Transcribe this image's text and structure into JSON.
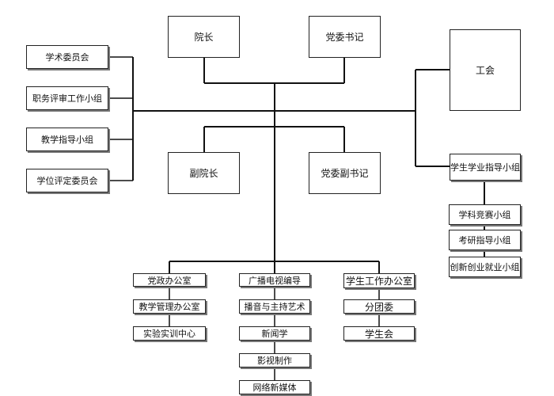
{
  "top": {
    "dean": "院长",
    "party_secretary": "党委书记",
    "vice_dean": "副院长",
    "deputy_party_secretary": "党委副书记",
    "union": "工会"
  },
  "committees": [
    "学术委员会",
    "职务评审工作小组",
    "教学指导小组",
    "学位评定委员会"
  ],
  "student_guidance": {
    "head": "学生学业指导小组",
    "items": [
      "学科竞赛小组",
      "考研指导小组",
      "创新创业就业小组"
    ]
  },
  "departments": {
    "party_admin": [
      "党政办公室",
      "教学管理办公室",
      "实验实训中心"
    ],
    "majors": [
      "广播电视编导",
      "播音与主持艺术",
      "新闻学",
      "影视制作",
      "网络新媒体"
    ],
    "student_work": [
      "学生工作办公室",
      "分团委",
      "学生会"
    ]
  }
}
